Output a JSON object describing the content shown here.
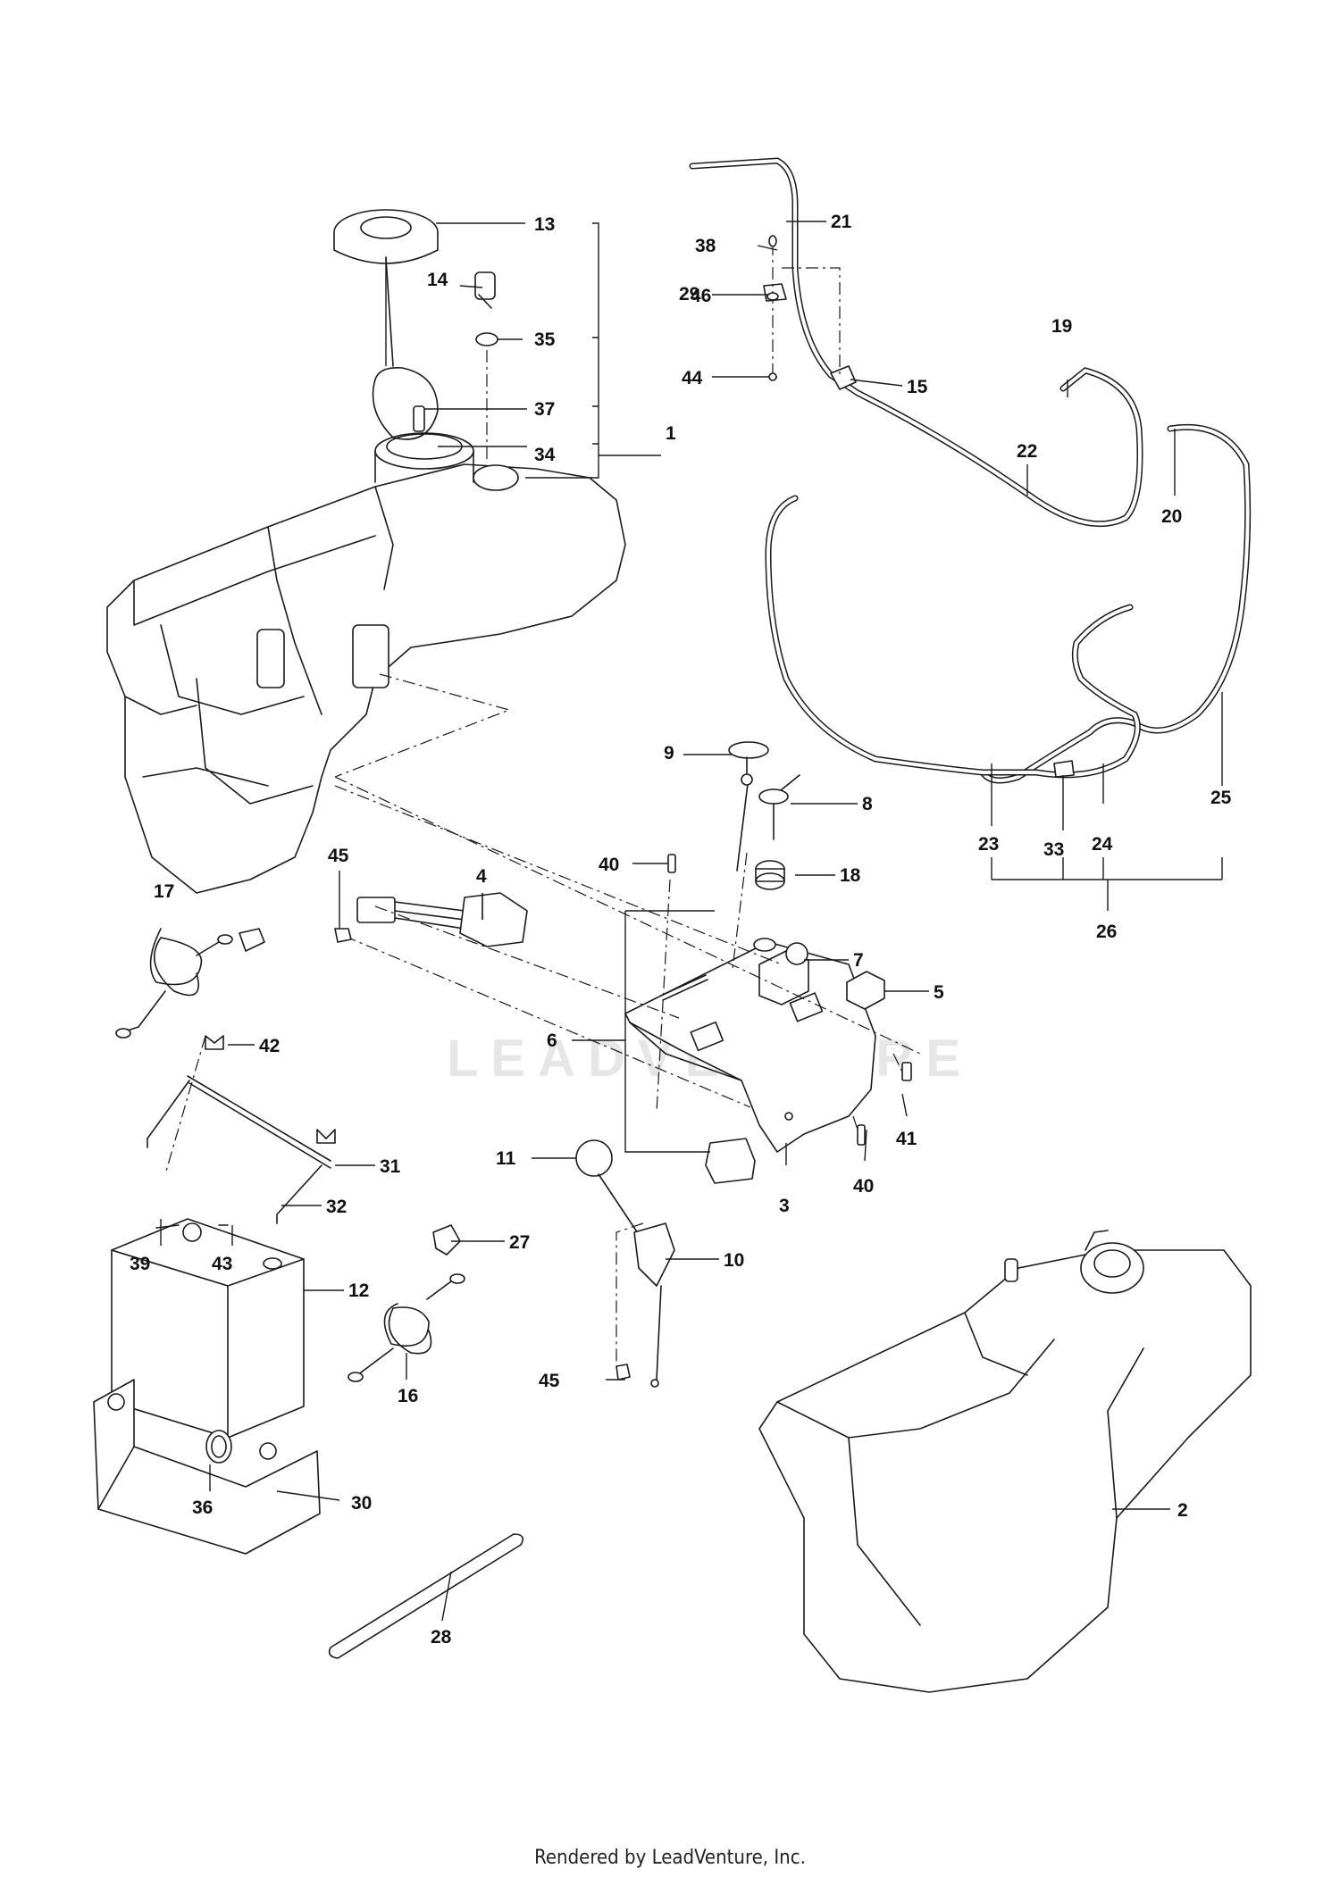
{
  "footer_text": "Rendered by LeadVenture, Inc.",
  "watermark_text": "LEADVENTURE",
  "callouts": {
    "c1": "1",
    "c2": "2",
    "c3": "3",
    "c4": "4",
    "c5": "5",
    "c6": "6",
    "c7": "7",
    "c8": "8",
    "c9": "9",
    "c10": "10",
    "c11": "11",
    "c12": "12",
    "c13": "13",
    "c14": "14",
    "c15": "15",
    "c16": "16",
    "c17": "17",
    "c18": "18",
    "c19": "19",
    "c20": "20",
    "c21": "21",
    "c22": "22",
    "c23": "23",
    "c24": "24",
    "c25": "25",
    "c26": "26",
    "c27": "27",
    "c28": "28",
    "c29": "29",
    "c30": "30",
    "c31": "31",
    "c32": "32",
    "c33": "33",
    "c34": "34",
    "c35": "35",
    "c36": "36",
    "c37": "37",
    "c38": "38",
    "c39": "39",
    "c40a": "40",
    "c40b": "40",
    "c41": "41",
    "c42": "42",
    "c43": "43",
    "c44": "44",
    "c45a": "45",
    "c45b": "45",
    "c46": "46"
  }
}
